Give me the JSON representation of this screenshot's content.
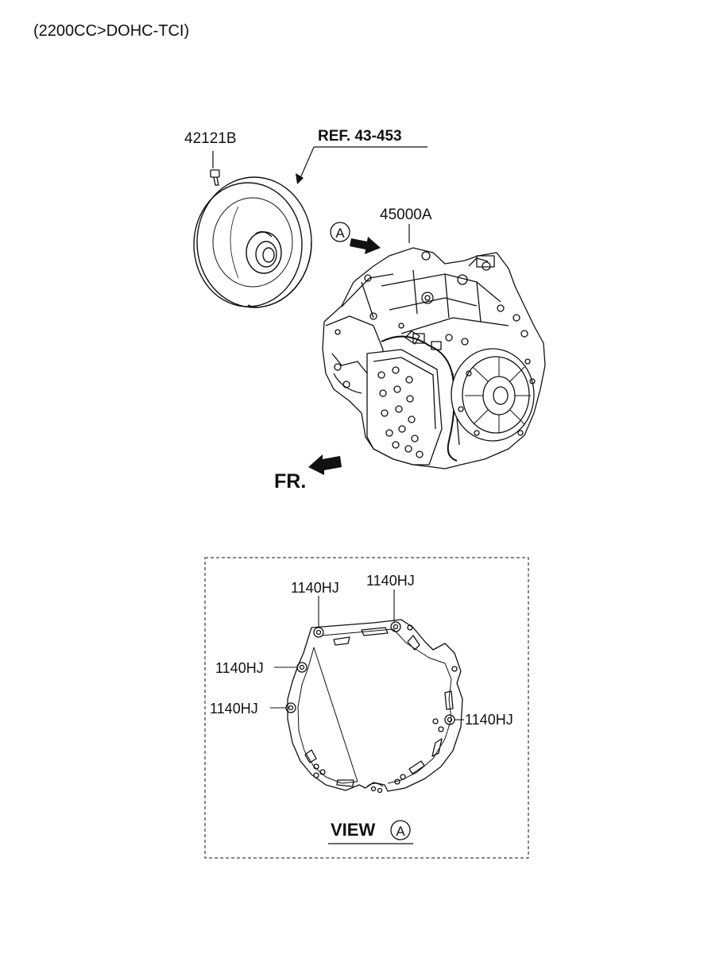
{
  "header": {
    "engine_spec": "(2200CC>DOHC-TCI)"
  },
  "parts": {
    "torque_converter_bolt": "42121B",
    "reference": "REF. 43-453",
    "transaxle_assy": "45000A",
    "bolt_callouts": [
      "1140HJ",
      "1140HJ",
      "1140HJ",
      "1140HJ",
      "1140HJ"
    ]
  },
  "markers": {
    "view_letter": "A",
    "front_label": "FR."
  },
  "view_box": {
    "title": "VIEW",
    "letter": "A"
  }
}
